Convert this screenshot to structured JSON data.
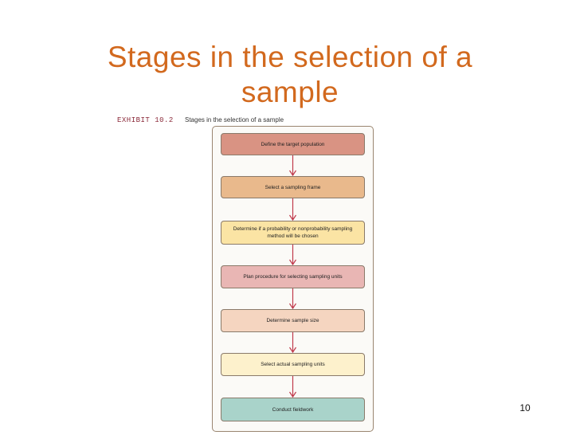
{
  "slide": {
    "title": "Stages in the selection of a sample",
    "page_number": "10"
  },
  "exhibit": {
    "label": "EXHIBIT 10.2",
    "caption": "Stages in the selection of a sample"
  },
  "steps": [
    {
      "label": "Define the target population",
      "fill": "#d99383"
    },
    {
      "label": "Select a sampling frame",
      "fill": "#e9b98c"
    },
    {
      "label": "Determine if a probability or nonprobability sampling method will be chosen",
      "fill": "#fbe4a4"
    },
    {
      "label": "Plan procedure for selecting sampling units",
      "fill": "#e9b6b4"
    },
    {
      "label": "Determine sample size",
      "fill": "#f5d5c0"
    },
    {
      "label": "Select actual sampling units",
      "fill": "#fdf1cc"
    },
    {
      "label": "Conduct fieldwork",
      "fill": "#a9d3ca"
    }
  ],
  "colors": {
    "title": "#d2691e",
    "arrow": "#c0394b"
  }
}
